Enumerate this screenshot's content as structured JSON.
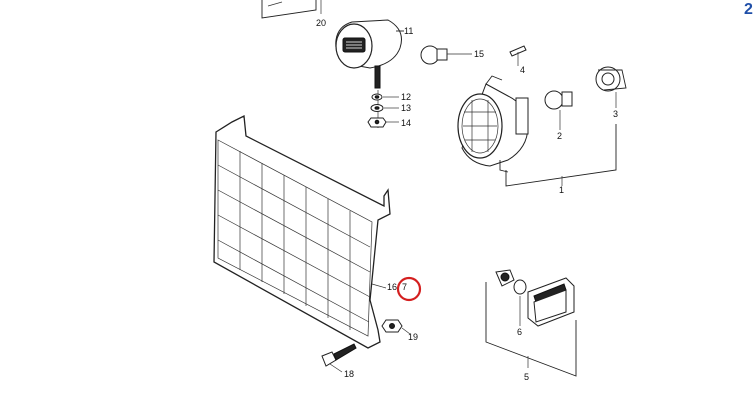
{
  "diagram": {
    "callouts": {
      "c1": "1",
      "c2": "2",
      "c3": "3",
      "c4": "4",
      "c5": "5",
      "c6": "6",
      "c7": "7",
      "c11": "11",
      "c12": "12",
      "c13": "13",
      "c14": "14",
      "c15": "15",
      "c16": "16",
      "c18": "18",
      "c19": "19",
      "c20": "20"
    },
    "highlight_color": "#d41f1f",
    "corner_mark": "2"
  }
}
